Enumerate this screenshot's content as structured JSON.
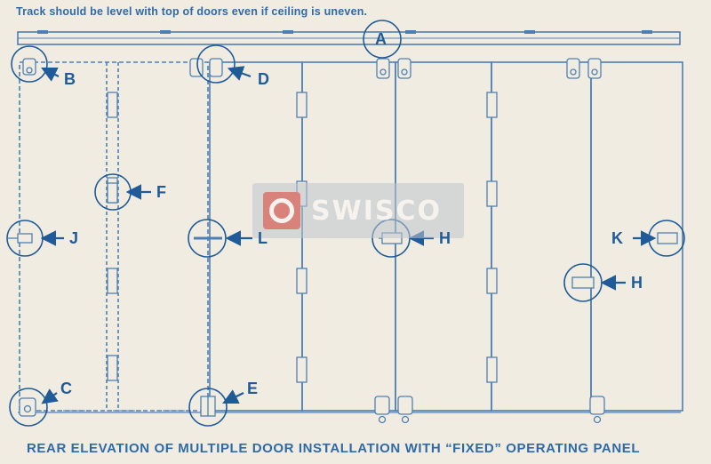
{
  "top_note": "Track should be level with top of doors even if ceiling is uneven.",
  "caption": "REAR ELEVATION OF MULTIPLE DOOR INSTALLATION WITH “FIXED” OPERATING PANEL",
  "watermark": "SWISCO",
  "callouts": {
    "a": "A",
    "b": "B",
    "c": "C",
    "d": "D",
    "e": "E",
    "f": "F",
    "h1": "H",
    "h2": "H",
    "j": "J",
    "k": "K",
    "l": "L"
  },
  "colors": {
    "line": "#4f7fb2",
    "label": "#1f5b99",
    "background": "#f1ece2"
  }
}
